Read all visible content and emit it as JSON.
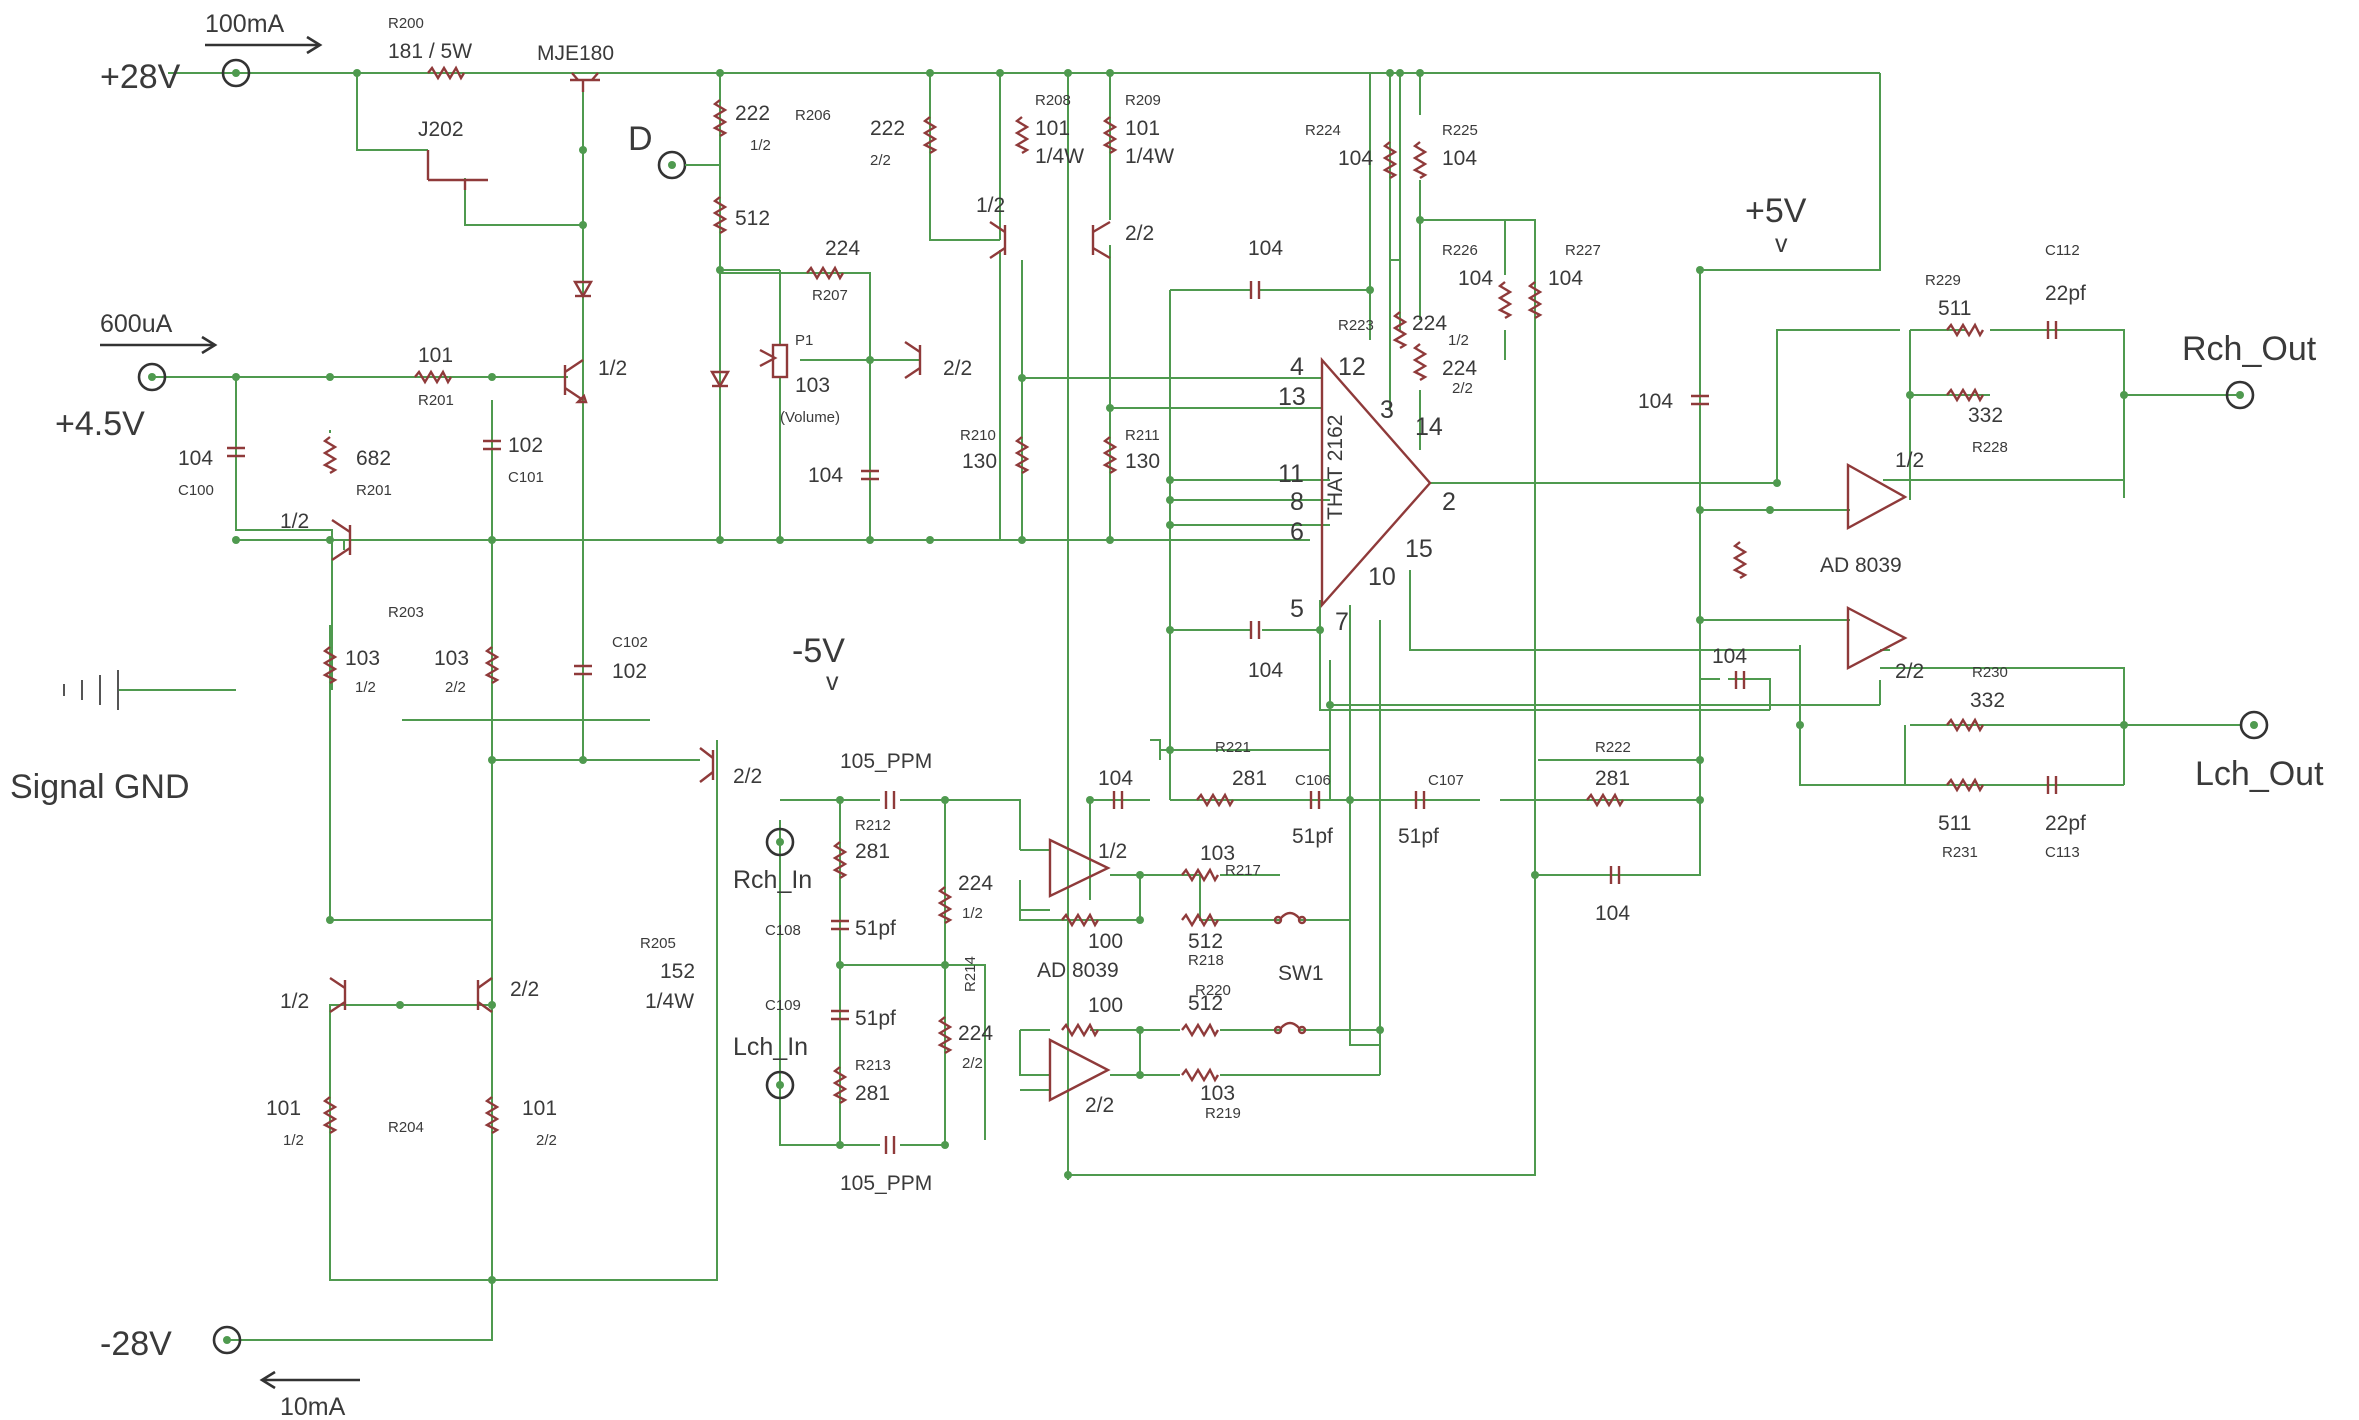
{
  "ports": {
    "p28": {
      "label": "+28V",
      "current": "100mA"
    },
    "p45": {
      "label": "+4.5V",
      "current": "600uA"
    },
    "m28": {
      "label": "-28V",
      "current": "10mA"
    },
    "d": {
      "label": "D"
    },
    "rin": {
      "label": "Rch_In"
    },
    "lin": {
      "label": "Lch_In"
    },
    "rout": {
      "label": "Rch_Out"
    },
    "lout": {
      "label": "Lch_Out"
    },
    "gnd": {
      "label": "Signal GND"
    }
  },
  "rails": {
    "p5": {
      "label": "+5V",
      "arrow": "v"
    },
    "m5": {
      "label": "-5V",
      "arrow": "v"
    }
  },
  "vca": {
    "name": "THAT 2162",
    "pins": {
      "p2": "2",
      "p3": "3",
      "p4": "4",
      "p5": "5",
      "p6": "6",
      "p7": "7",
      "p8": "8",
      "p10": "10",
      "p11": "11",
      "p12": "12",
      "p13": "13",
      "p14": "14",
      "p15": "15"
    }
  },
  "opamps": {
    "top_right": {
      "unit": "1/2"
    },
    "bottom_right": {
      "unit": "2/2",
      "part": "AD 8039"
    },
    "in_top": {
      "unit": "1/2"
    },
    "in_bottom": {
      "unit": "2/2",
      "part": "AD 8039"
    }
  },
  "transistors": {
    "mje": "MJE180",
    "j202": "J202",
    "q1": "1/2",
    "q_ref": "1/2",
    "q_pair_l": "1/2",
    "q_pair_r": "2/2",
    "q_neg": "2/2",
    "q_pot": "2/2",
    "q208": "1/2",
    "q209": "2/2"
  },
  "components": {
    "r200": {
      "ref": "R200",
      "value": "181 / 5W"
    },
    "r201a": {
      "ref": "R201",
      "value": "101"
    },
    "r201b": {
      "ref": "R201",
      "value": "682"
    },
    "c100": {
      "ref": "C100",
      "value": "104"
    },
    "c101": {
      "ref": "C101",
      "value": "102"
    },
    "r203": {
      "ref": "R203",
      "value_l": "103",
      "sub_l": "1/2",
      "value_r": "103",
      "sub_r": "2/2"
    },
    "c102": {
      "ref": "C102",
      "value": "102"
    },
    "r204": {
      "ref": "R204",
      "value_l": "101",
      "sub_l": "1/2",
      "value_r": "101",
      "sub_r": "2/2"
    },
    "r205": {
      "ref": "R205",
      "value": "152",
      "power": "1/4W"
    },
    "r206": {
      "ref": "R206",
      "value_a": "222",
      "sub_a": "1/2",
      "value_b": "512",
      "value_c": "222",
      "sub_c": "2/2"
    },
    "r207": {
      "ref": "R207",
      "value": "224"
    },
    "p1": {
      "ref": "P1",
      "value": "103",
      "note": "(Volume)"
    },
    "c_pot": {
      "value": "104"
    },
    "r208": {
      "ref": "R208",
      "value": "101",
      "power": "1/4W"
    },
    "r209": {
      "ref": "R209",
      "value": "101",
      "power": "1/4W"
    },
    "r210": {
      "ref": "R210",
      "value": "130"
    },
    "r211": {
      "ref": "R211",
      "value": "130"
    },
    "c_top": {
      "value": "104"
    },
    "c_bot": {
      "value": "104"
    },
    "r224": {
      "ref": "R224",
      "value": "104"
    },
    "r225": {
      "ref": "R225",
      "value": "104"
    },
    "r226": {
      "ref": "R226",
      "value": "104"
    },
    "r227": {
      "ref": "R227",
      "value": "104"
    },
    "r223": {
      "ref": "R223",
      "value_a": "224",
      "sub_a": "1/2",
      "value_b": "224",
      "sub_b": "2/2"
    },
    "c_p5": {
      "value": "104"
    },
    "r229": {
      "ref": "R229",
      "value": "511"
    },
    "c112": {
      "ref": "C112",
      "value": "22pf"
    },
    "r228": {
      "ref": "R228",
      "value": "332"
    },
    "c_l": {
      "value": "104"
    },
    "r230": {
      "ref": "R230",
      "value": "332"
    },
    "r231": {
      "ref": "R231",
      "value": "511"
    },
    "c113": {
      "ref": "C113",
      "value": "22pf"
    },
    "c_in_top": {
      "value": "105_PPM"
    },
    "c_in_bot": {
      "value": "105_PPM"
    },
    "r212": {
      "ref": "R212",
      "value": "281"
    },
    "c108": {
      "ref": "C108",
      "value": "51pf"
    },
    "c109": {
      "ref": "C109",
      "value": "51pf"
    },
    "r213": {
      "ref": "R213",
      "value": "281"
    },
    "r214": {
      "ref": "R214",
      "value_a": "224",
      "sub_a": "1/2",
      "value_b": "224",
      "sub_b": "2/2"
    },
    "c_mid": {
      "value": "104"
    },
    "r221": {
      "ref": "R221",
      "value": "281"
    },
    "c106": {
      "ref": "C106",
      "value": "51pf"
    },
    "c107": {
      "ref": "C107",
      "value": "51pf"
    },
    "r222": {
      "ref": "R222",
      "value": "281"
    },
    "c_br": {
      "value": "104"
    },
    "r217": {
      "ref": "R217",
      "value": "103"
    },
    "r_fb_top": {
      "value": "100"
    },
    "r218": {
      "ref": "R218",
      "value": "512"
    },
    "sw1": {
      "ref": "SW1"
    },
    "r_fb_bot": {
      "value": "100"
    },
    "r220": {
      "ref": "R220",
      "value": "512"
    },
    "r219": {
      "ref": "R219",
      "value": "103"
    }
  }
}
